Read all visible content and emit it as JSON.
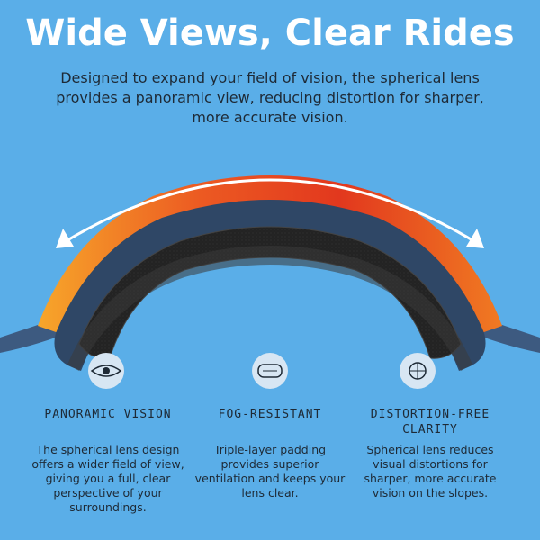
{
  "header": {
    "title": "Wide Views, Clear Rides",
    "subtitle": "Designed to expand your field of vision, the spherical lens provides a panoramic view, reducing distortion for sharper, more accurate vision."
  },
  "features": [
    {
      "icon": "eye-icon",
      "title": "PANORAMIC VISION",
      "desc": "The spherical lens design offers a wider field of view, giving you a full, clear perspective of your surroundings."
    },
    {
      "icon": "goggles-icon",
      "title": "FOG-RESISTANT",
      "desc": "Triple-layer padding provides superior ventilation and keeps your lens clear."
    },
    {
      "icon": "globe-lens-icon",
      "title": "DISTORTION-FREE CLARITY",
      "desc": "Spherical lens reduces visual distortions for sharper, more accurate vision on the slopes."
    }
  ],
  "colors": {
    "background": "#5aaee8",
    "lens_start": "#f39a24",
    "lens_end": "#e23a1e",
    "frame": "#2f4766",
    "foam": "#1f1f1f",
    "arrow": "#ffffff"
  }
}
